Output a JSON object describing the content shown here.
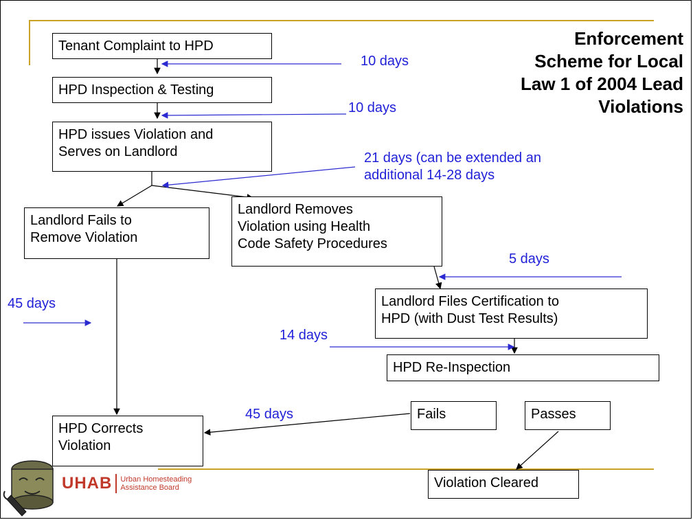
{
  "title": "Enforcement\nScheme for Local\nLaw 1 of 2004 Lead\nViolations",
  "boxes": {
    "complaint": "Tenant Complaint to HPD",
    "inspection": "HPD Inspection & Testing",
    "issues": "HPD issues Violation and\nServes on Landlord",
    "fails_remove": "Landlord Fails to\nRemove Violation",
    "removes": "Landlord Removes\nViolation using Health\nCode Safety Procedures",
    "files": "Landlord Files Certification to\nHPD (with Dust Test Results)",
    "reinspection": "HPD Re-Inspection",
    "fails": "Fails",
    "passes": "Passes",
    "corrects": "HPD Corrects\nViolation",
    "cleared": "Violation Cleared"
  },
  "labels": {
    "d1": "10 days",
    "d2": "10 days",
    "d3": "21 days (can be extended an\nadditional 14-28 days",
    "d4": "5 days",
    "d5": "45 days",
    "d6": "14 days",
    "d7": "45 days"
  },
  "logo": {
    "mark": "UHAB",
    "line1": "Urban Homesteading",
    "line2": "Assistance Board"
  },
  "colors": {
    "accent_rule": "#c9a227",
    "timing_label": "#1f1fd8",
    "timing_arrow": "#2a2ad0",
    "logo_red": "#c0392b"
  }
}
